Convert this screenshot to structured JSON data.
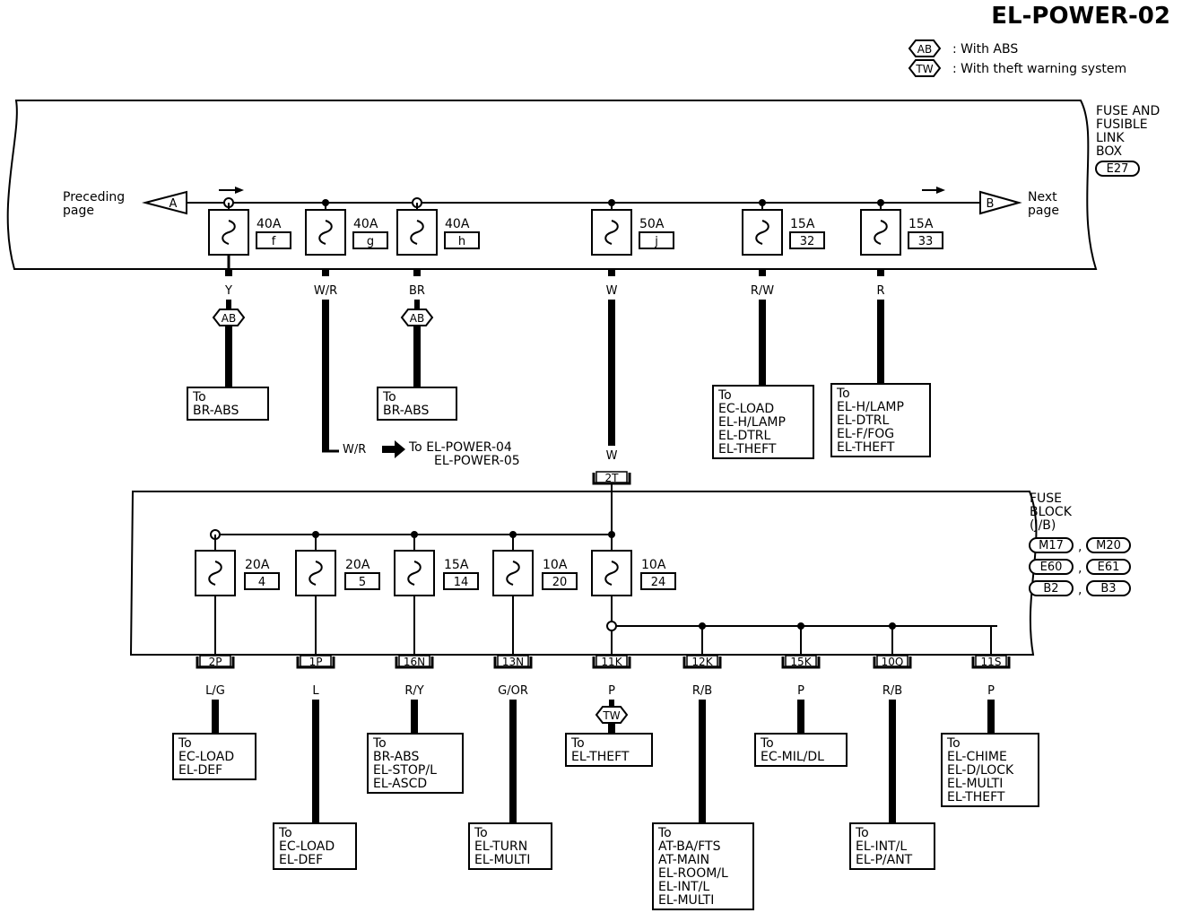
{
  "page_title": "EL-POWER-02",
  "legend": [
    {
      "symbol": "AB",
      "text": ": With ABS"
    },
    {
      "symbol": "TW",
      "text": ": With theft warning system"
    }
  ],
  "link_box": {
    "title": [
      "FUSE AND",
      "FUSIBLE",
      "LINK",
      "BOX"
    ],
    "connector": "E27",
    "preceding": {
      "marker": "A",
      "text": [
        "Preceding",
        "page"
      ]
    },
    "next": {
      "marker": "B",
      "text": [
        "Next",
        "page"
      ]
    },
    "fuses": [
      {
        "rating": "40A",
        "id": "f",
        "wire": "Y",
        "option": "AB",
        "dest": [
          "To",
          "BR-ABS"
        ]
      },
      {
        "rating": "40A",
        "id": "g",
        "wire": "W/R",
        "dest": []
      },
      {
        "rating": "40A",
        "id": "h",
        "wire": "BR",
        "option": "AB",
        "dest": [
          "To",
          "BR-ABS"
        ]
      },
      {
        "rating": "50A",
        "id": "j",
        "wire": "W",
        "dest": []
      },
      {
        "rating": "15A",
        "id": "32",
        "wire": "R/W",
        "dest": [
          "To",
          "EC-LOAD",
          "EL-H/LAMP",
          "EL-DTRL",
          "EL-THEFT"
        ]
      },
      {
        "rating": "15A",
        "id": "33",
        "wire": "R",
        "dest": [
          "To",
          "EL-H/LAMP",
          "EL-DTRL",
          "EL-F/FOG",
          "EL-THEFT"
        ]
      }
    ],
    "wr_branch": {
      "wire": "W/R",
      "dest": [
        "To EL-POWER-04",
        "EL-POWER-05"
      ]
    },
    "w_wire_label": "W"
  },
  "fuse_block": {
    "title": [
      "FUSE",
      "BLOCK",
      "(J/B)"
    ],
    "input_connector": "2T",
    "connectors": [
      "M17",
      "M20",
      "E60",
      "E61",
      "B2",
      "B3"
    ],
    "fuses": [
      {
        "rating": "20A",
        "id": "4"
      },
      {
        "rating": "20A",
        "id": "5"
      },
      {
        "rating": "15A",
        "id": "14"
      },
      {
        "rating": "10A",
        "id": "20"
      },
      {
        "rating": "10A",
        "id": "24"
      }
    ],
    "outputs": [
      {
        "terminal": "2P",
        "wire": "L/G",
        "dest": [
          "To",
          "EC-LOAD",
          "EL-DEF"
        ]
      },
      {
        "terminal": "1P",
        "wire": "L",
        "dest": [
          "To",
          "EC-LOAD",
          "EL-DEF"
        ]
      },
      {
        "terminal": "16N",
        "wire": "R/Y",
        "dest": [
          "To",
          "BR-ABS",
          "EL-STOP/L",
          "EL-ASCD"
        ]
      },
      {
        "terminal": "13N",
        "wire": "G/OR",
        "dest": [
          "To",
          "EL-TURN",
          "EL-MULTI"
        ]
      },
      {
        "terminal": "11K",
        "wire": "P",
        "option": "TW",
        "dest": [
          "To",
          "EL-THEFT"
        ]
      },
      {
        "terminal": "12K",
        "wire": "R/B",
        "dest": [
          "To",
          "AT-BA/FTS",
          "AT-MAIN",
          "EL-ROOM/L",
          "EL-INT/L",
          "EL-MULTI"
        ]
      },
      {
        "terminal": "15K",
        "wire": "P",
        "dest": [
          "To",
          "EC-MIL/DL"
        ]
      },
      {
        "terminal": "10Q",
        "wire": "R/B",
        "dest": [
          "To",
          "EL-INT/L",
          "EL-P/ANT"
        ]
      },
      {
        "terminal": "11S",
        "wire": "P",
        "dest": [
          "To",
          "EL-CHIME",
          "EL-D/LOCK",
          "EL-MULTI",
          "EL-THEFT"
        ]
      }
    ]
  }
}
